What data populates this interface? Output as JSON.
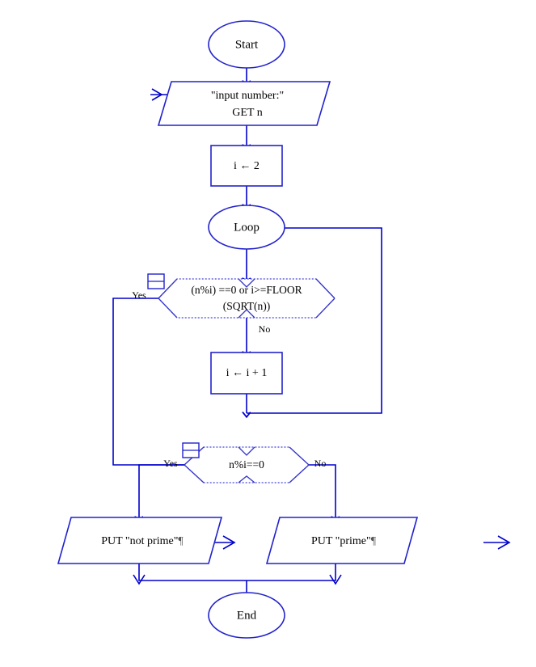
{
  "diagram": {
    "title": "Prime number check flowchart",
    "colors": {
      "shape_stroke": "#2222CC",
      "connector": "#0000CC",
      "dotted_stroke": "#4444DD",
      "text": "#000000",
      "background": "#ffffff"
    }
  },
  "nodes": {
    "start": {
      "label": "Start",
      "type": "terminator"
    },
    "input": {
      "line1": "\"input number:\"",
      "line2": "GET n",
      "type": "input"
    },
    "init": {
      "label": "i ← 2",
      "type": "process"
    },
    "loop": {
      "label": "Loop",
      "type": "loop-start"
    },
    "cond1": {
      "line1": "(n%i) ==0 or i>=FLOOR",
      "line2": "(SQRT(n))",
      "type": "decision"
    },
    "increment": {
      "label": "i ← i + 1",
      "type": "process"
    },
    "cond2": {
      "label": "n%i==0",
      "type": "decision"
    },
    "out_not_prime": {
      "label": "PUT \"not prime\"",
      "pilcrow": "¶",
      "type": "output"
    },
    "out_prime": {
      "label": "PUT \"prime\"",
      "pilcrow": "¶",
      "type": "output"
    },
    "end": {
      "label": "End",
      "type": "terminator"
    }
  },
  "branch_labels": {
    "cond1_yes": "Yes",
    "cond1_no": "No",
    "cond2_yes": "Yes",
    "cond2_no": "No"
  }
}
